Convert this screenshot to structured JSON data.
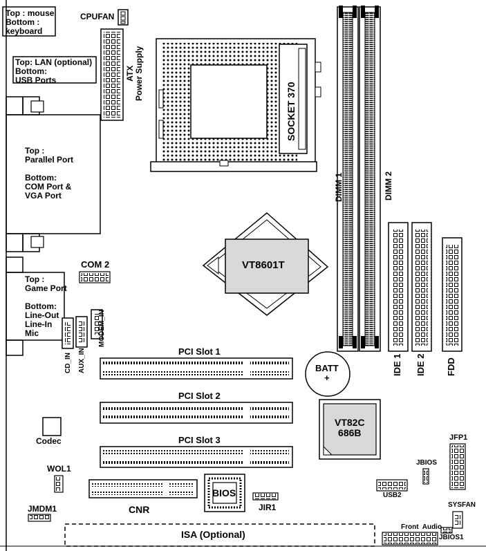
{
  "labels": {
    "io_ps2": "Top : mouse\nBottom :\nkeyboard",
    "io_lan": "Top: LAN (optional)\nBottom:\nUSB Ports",
    "io_parallel": "Top :\nParallel Port\n\nBottom:\nCOM Port &\nVGA Port",
    "io_game": "Top :\nGame Port\n\nBottom:\nLine-Out\nLine-In\nMic",
    "cpufan": "CPUFAN",
    "atx_power": "ATX\nPower Supply",
    "socket": "SOCKET 370",
    "dimm1": "DIMM 1",
    "dimm2": "DIMM 2",
    "north_bridge": "VT8601T",
    "com2": "COM 2",
    "cd_in": "CD_IN",
    "aux_in": "AUX_IN",
    "modem_in": "MODEM_IN",
    "ide1": "IDE 1",
    "ide2": "IDE 2",
    "fdd": "FDD",
    "pci1": "PCI Slot 1",
    "pci2": "PCI Slot 2",
    "pci3": "PCI Slot 3",
    "batt": "BATT\n+",
    "south_bridge": "VT82C\n686B",
    "codec": "Codec",
    "jfp1": "JFP1",
    "jbios": "JBIOS",
    "usb2": "USB2",
    "wol1": "WOL1",
    "bios": "BIOS",
    "jir1": "JIR1",
    "cnr": "CNR",
    "sysfan": "SYSFAN",
    "jmdm1": "JMDM1",
    "isa": "ISA (Optional)",
    "front_audio": "Front  Audio",
    "jbios1": "JBIOS1"
  }
}
